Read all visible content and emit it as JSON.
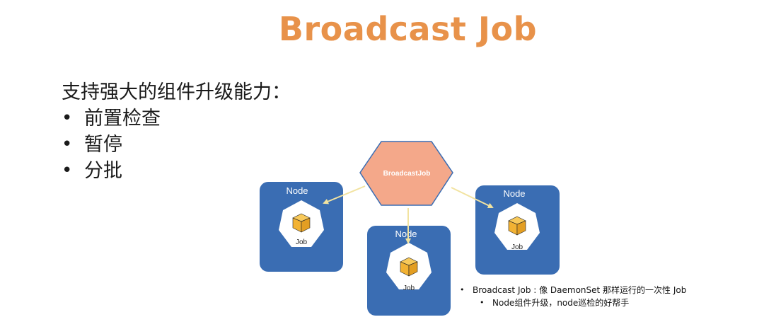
{
  "title": "Broadcast Job",
  "features": {
    "heading": "支持强大的组件升级能力：",
    "items": [
      "前置检查",
      "暂停",
      "分批"
    ]
  },
  "diagram": {
    "center_label": "BroadcastJob",
    "nodes": [
      {
        "label": "Node",
        "job": "Job"
      },
      {
        "label": "Node",
        "job": "Job"
      },
      {
        "label": "Node",
        "job": "Job"
      }
    ],
    "colors": {
      "node_fill": "#3A6DB3",
      "center_fill": "#F4A88A",
      "arrow": "#F2E3A0",
      "cube": "#F2B233"
    }
  },
  "notes": {
    "line1": "Broadcast Job : 像 DaemonSet 那样运行的一次性 Job",
    "line2": "Node组件升级，node巡检的好帮手"
  }
}
